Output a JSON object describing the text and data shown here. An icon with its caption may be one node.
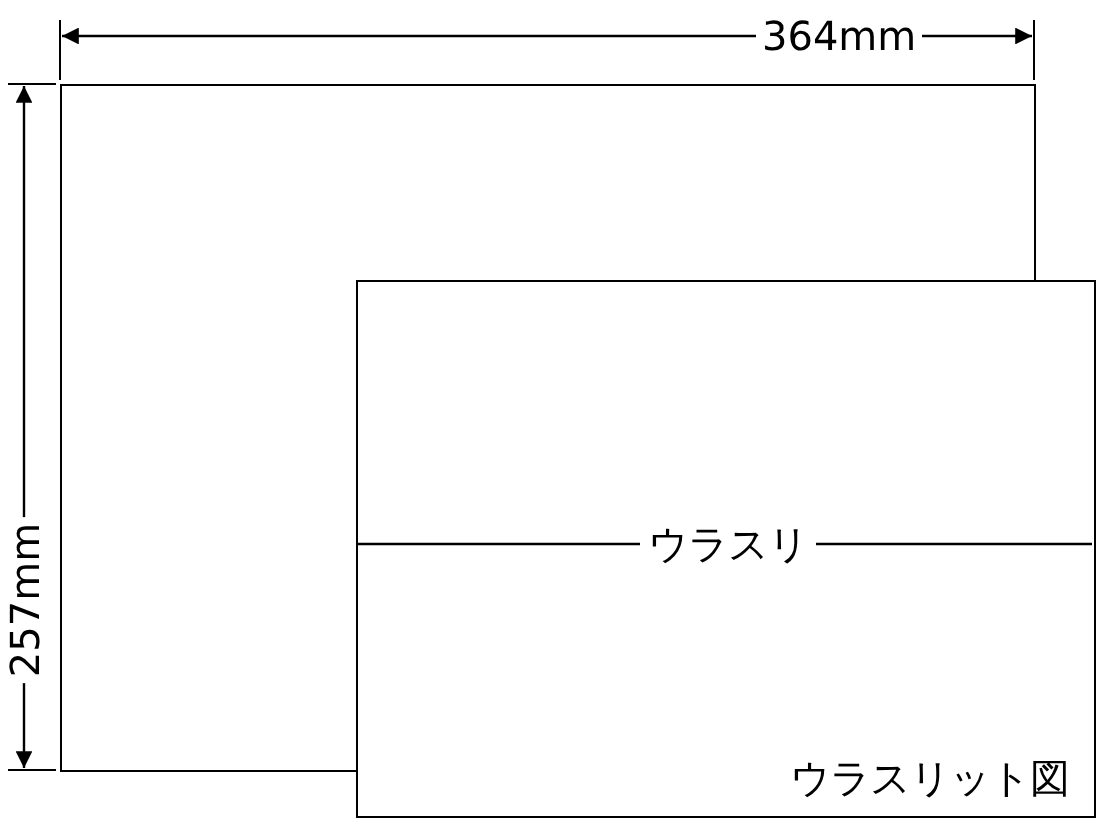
{
  "diagram": {
    "nodes": [
      {
        "text": [],
        "shape": "box"
      },
      {
        "text": [
          "ウラスリ",
          "ウラスリット図"
        ]
      }
    ],
    "labels": [
      "364mm",
      "257mm"
    ]
  }
}
